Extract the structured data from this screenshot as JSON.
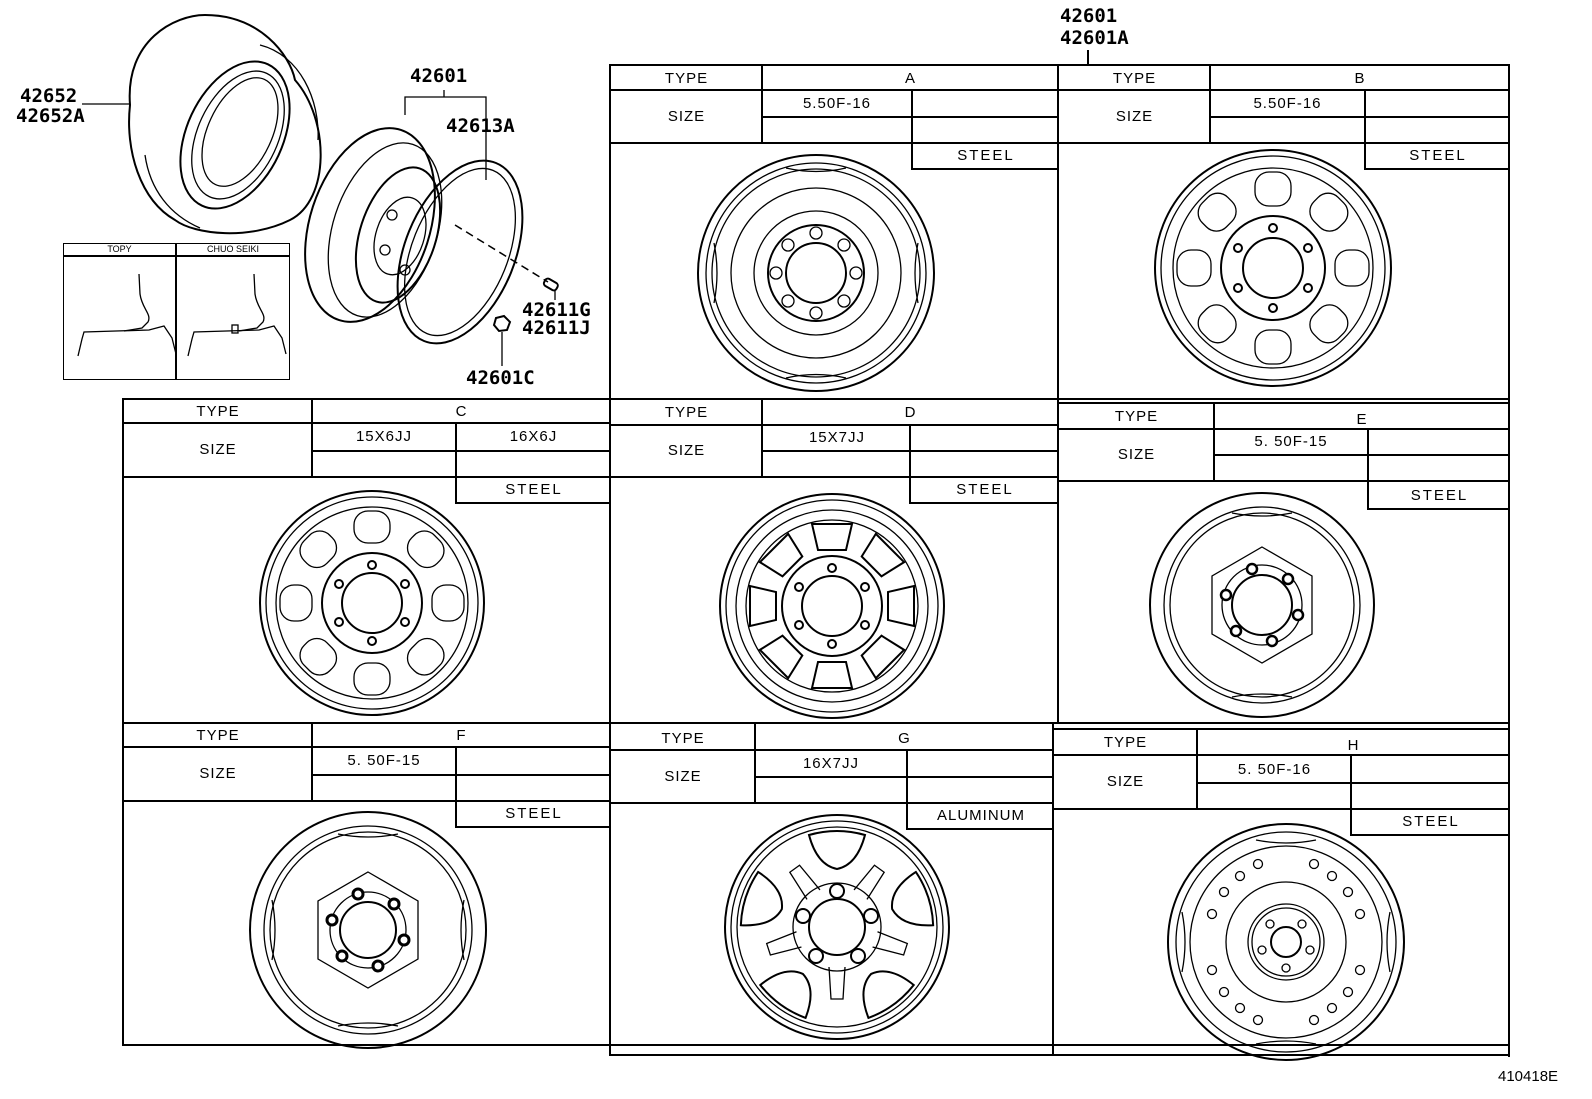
{
  "callouts": {
    "tire": [
      "42652",
      "42652A"
    ],
    "wheel_assy": "42601",
    "rim_ring": "42613A",
    "valve": [
      "42611G",
      "42611J"
    ],
    "nut": "42601C",
    "table_group": [
      "42601",
      "42601A"
    ]
  },
  "inset": {
    "columns": [
      "TOPY",
      "CHUO SEIKI"
    ]
  },
  "labels": {
    "type": "TYPE",
    "size": "SIZE"
  },
  "wheels": [
    {
      "type": "A",
      "sizes": [
        "5.50F-16",
        ""
      ],
      "material": "STEEL"
    },
    {
      "type": "B",
      "sizes": [
        "5.50F-16",
        ""
      ],
      "material": "STEEL"
    },
    {
      "type": "C",
      "sizes": [
        "15X6JJ",
        "16X6J"
      ],
      "material": "STEEL"
    },
    {
      "type": "D",
      "sizes": [
        "15X7JJ",
        ""
      ],
      "material": "STEEL"
    },
    {
      "type": "E",
      "sizes": [
        "5. 50F-15",
        ""
      ],
      "material": "STEEL"
    },
    {
      "type": "F",
      "sizes": [
        "5. 50F-15",
        ""
      ],
      "material": "STEEL"
    },
    {
      "type": "G",
      "sizes": [
        "16X7JJ",
        ""
      ],
      "material": "ALUMINUM"
    },
    {
      "type": "H",
      "sizes": [
        "5. 50F-16",
        ""
      ],
      "material": "STEEL"
    }
  ],
  "figure_ref": "410418E"
}
